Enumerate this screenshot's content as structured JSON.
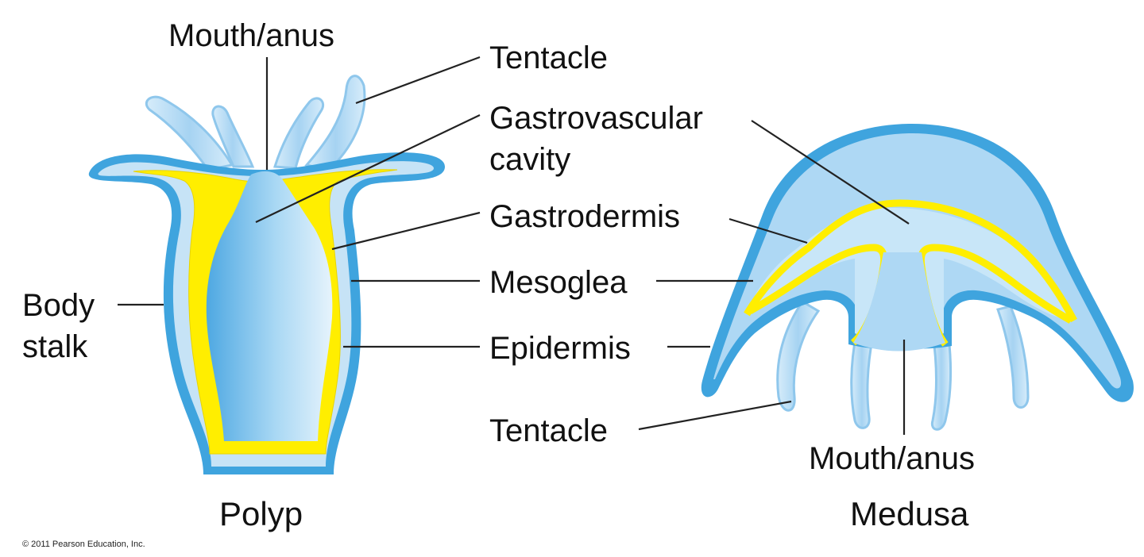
{
  "labels": {
    "polyp_mouth": "Mouth/anus",
    "tentacle_top": "Tentacle",
    "gv_line1": "Gastrovascular",
    "gv_line2": "cavity",
    "gastrodermis": "Gastrodermis",
    "mesoglea": "Mesoglea",
    "epidermis": "Epidermis",
    "body_line1": "Body",
    "body_line2": "stalk",
    "tentacle_bottom": "Tentacle",
    "medusa_mouth": "Mouth/anus"
  },
  "captions": {
    "polyp": "Polyp",
    "medusa": "Medusa"
  },
  "copyright": "© 2011 Pearson Education, Inc.",
  "colors": {
    "epidermis": "#3FA4DE",
    "mesoglea": "#C6E3F6",
    "gastrodermis": "#FFEE00",
    "cavity": "#8FCAF0",
    "tentacle": "#A9D6F3",
    "bell": "#AED8F4"
  }
}
